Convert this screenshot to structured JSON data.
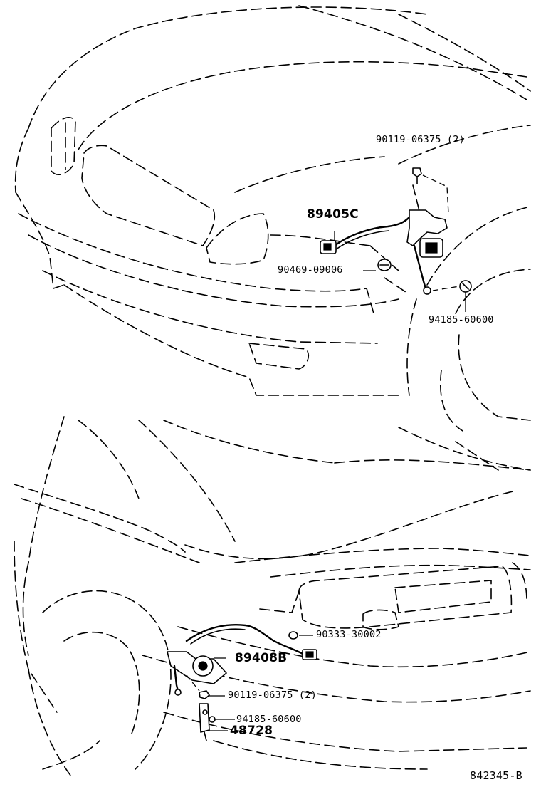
{
  "callouts": {
    "top_bolt": "90119-06375 (2)",
    "top_sensor": "89405C",
    "top_clip": "90469-09006",
    "top_nut": "94185-60600",
    "rear_grommet": "90333-30002",
    "rear_sensor": "89408B",
    "rear_bolt": "90119-06375 (2)",
    "rear_nut": "94185-60600",
    "rear_link": "48728"
  },
  "diagram_code": "842345-B"
}
